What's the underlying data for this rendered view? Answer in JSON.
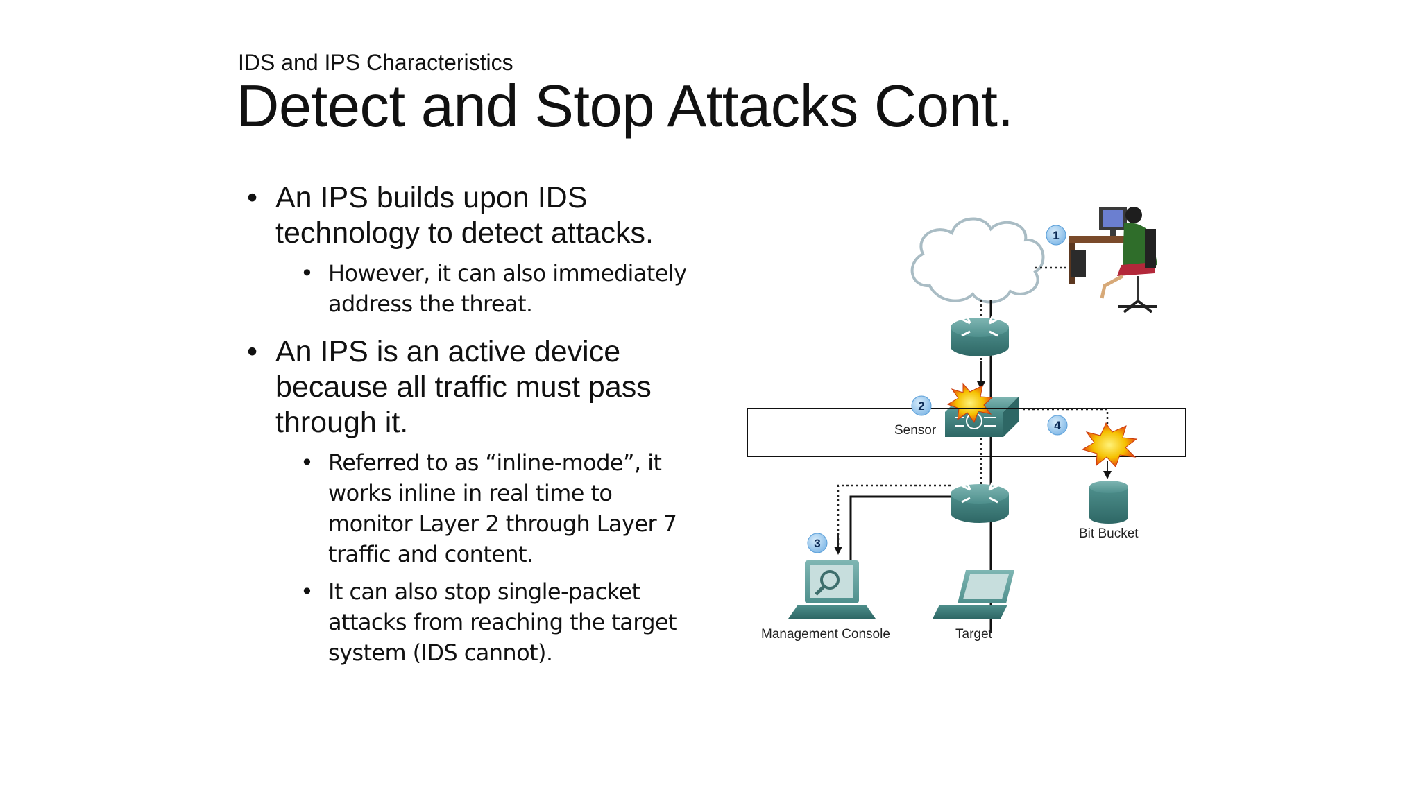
{
  "slide": {
    "subtitle": "IDS and IPS Characteristics",
    "title": "Detect and Stop Attacks Cont."
  },
  "bullets": {
    "b1": {
      "line1": "An IPS builds upon IDS",
      "line2": "technology to detect attacks."
    },
    "b1_sub1": {
      "line1": "However, it can also immediately",
      "line2": "address the threat."
    },
    "b2": {
      "line1": "An IPS is an active device",
      "line2": "because all traffic must pass",
      "line3": "through it."
    },
    "b2_sub1": {
      "line1": "Referred to as “inline-mode”, it",
      "line2": "works inline in real time to",
      "line3": "monitor Layer 2 through Layer 7",
      "line4": "traffic and content."
    },
    "b2_sub2": {
      "line1": "It can also stop single-packet",
      "line2": "attacks from reaching the target",
      "line3": "system (IDS cannot)."
    },
    "bullet_char": "•"
  },
  "diagram": {
    "labels": {
      "sensor": "Sensor",
      "bit_bucket": "Bit Bucket",
      "management_console": "Management Console",
      "target": "Target"
    },
    "steps": [
      "1",
      "2",
      "3",
      "4"
    ],
    "colors": {
      "device_teal": "#4e8f8c",
      "step_badge": "#8ec3ec",
      "explosion": "#f5c000",
      "cloud_outline": "#a9bcc4"
    }
  }
}
